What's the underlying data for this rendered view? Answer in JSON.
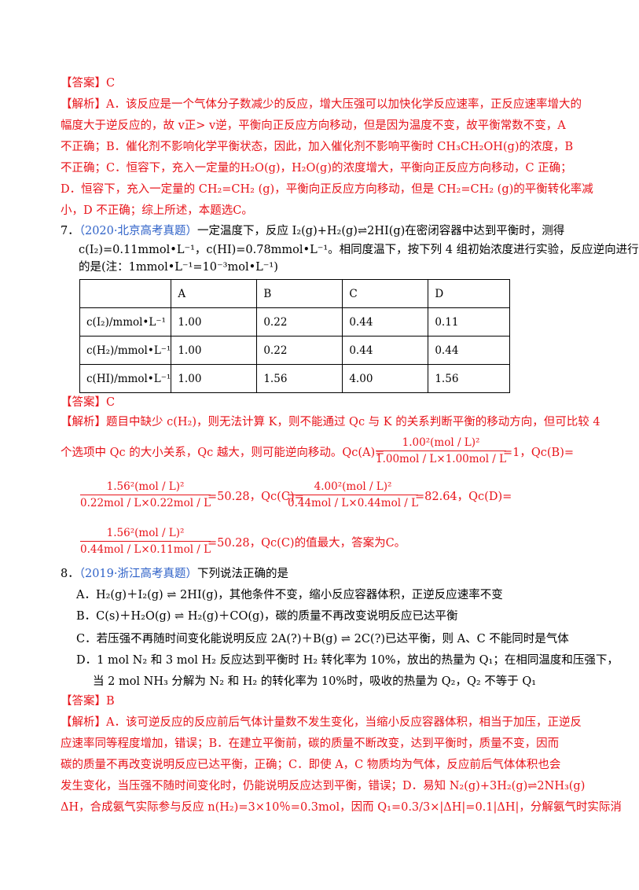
{
  "lines": {
    "a1": "【答案】C",
    "e1_1": "【解析】A．该反应是一个气体分子数减少的反应，增大压强可以加快化学反应速率，正反应速率增大的",
    "e1_2": "幅度大于逆反应的，故 v正> v逆，平衡向正反应方向移动，但是因为温度不变，故平衡常数不变，A",
    "e1_3": "不正确；B．催化剂不影响化学平衡状态，因此，加入催化剂不影响平衡时 CH₃CH₂OH(g)的浓度，B",
    "e1_4": "不正确；C．恒容下，充入一定量的H₂O(g)，H₂O(g)的浓度增大，平衡向正反应方向移动，C 正确；",
    "e1_5": "D．恒容下，充入一定量的 CH₂=CH₂ (g)，平衡向正反应方向移动，但是 CH₂=CH₂ (g)的平衡转化率减",
    "e1_6": "小，D 不正确；综上所述，本题选C。",
    "q7_num": "7．",
    "q7_src": "（2020·北京高考真题）",
    "q7_1": "一定温度下，反应 I₂(g)+H₂(g)⇌2HI(g)在密闭容器中达到平衡时，测得",
    "q7_2": "c(I₂)=0.11mmol•L⁻¹，c(HI)=0.78mmol•L⁻¹。相同度温下，按下列 4 组初始浓度进行实验，反应逆向进行",
    "q7_3": "的是(注：1mmol•L⁻¹=10⁻³mol•L⁻¹)",
    "a2": "【答案】C",
    "e2_1": "【解析】题目中缺少 c(H₂)，则无法计算 K，则不能通过 Qc 与 K 的关系判断平衡的移动方向，但可比较 4",
    "e2_2": "个选项中 Qc 的大小关系，Qc 越大，则可能逆向移动。Qc(A)=",
    "e2_2b": "=1，Qc(B)=",
    "e2_3a": "=50.28，Qc(C)=",
    "e2_3b": "=82.64，Qc(D)=",
    "e2_4": "=50.28，Qc(C)的值最大，答案为C。",
    "q8_num": "8．",
    "q8_src": "（2019·浙江高考真题）",
    "q8_stem": "下列说法正确的是",
    "q8_A": "A．H₂(g)＋I₂(g) ⇌ 2HI(g)，其他条件不变，缩小反应容器体积，正逆反应速率不变",
    "q8_B": "B．C(s)＋H₂O(g) ⇌ H₂(g)＋CO(g)，碳的质量不再改变说明反应已达平衡",
    "q8_C": "C．若压强不再随时间变化能说明反应 2A(?)＋B(g) ⇌ 2C(?)已达平衡，则 A、C 不能同时是气体",
    "q8_D1": "D．1 mol N₂ 和 3 mol H₂ 反应达到平衡时 H₂ 转化率为 10%，放出的热量为 Q₁；在相同温度和压强下，",
    "q8_D2": "当 2 mol NH₃ 分解为 N₂ 和 H₂ 的转化率为 10%时，吸收的热量为 Q₂，Q₂ 不等于 Q₁",
    "a3": "【答案】B",
    "e3_1": "【解析】A．该可逆反应的反应前后气体计量数不发生变化，当缩小反应容器体积，相当于加压，正逆反",
    "e3_2": "应速率同等程度增加，错误；B．在建立平衡前，碳的质量不断改变，达到平衡时，质量不变，因而",
    "e3_3": "碳的质量不再改变说明反应已达平衡，正确；C．即使 A，C 物质均为气体，反应前后气体体积也会",
    "e3_4": "发生变化，当压强不随时间变化时，仍能说明反应达到平衡，错误；D．易知 N₂(g)+3H₂(g)⇌2NH₃(g)",
    "e3_5": "ΔH，合成氨气实际参与反应 n(H₂)=3×10％=0.3mol，因而 Q₁=0.3/3×|ΔH|=0.1|ΔH|，分解氨气时实际消"
  },
  "fractions": {
    "A": {
      "num": "1.00²(mol / L)²",
      "den": "1.00mol / L×1.00mol / L"
    },
    "B": {
      "num": "1.56²(mol / L)²",
      "den": "0.22mol / L×0.22mol / L"
    },
    "C": {
      "num": "4.00²(mol / L)²",
      "den": "0.44mol / L×0.44mol / L"
    },
    "D": {
      "num": "1.56²(mol / L)²",
      "den": "0.44mol / L×0.11mol / L"
    }
  },
  "table": {
    "header": [
      "",
      "A",
      "B",
      "C",
      "D"
    ],
    "rows": [
      [
        "c(I₂)/mmol•L⁻¹",
        "1.00",
        "0.22",
        "0.44",
        "0.11"
      ],
      [
        "c(H₂)/mmol•L⁻¹",
        "1.00",
        "0.22",
        "0.44",
        "0.44"
      ],
      [
        "c(HI)/mmol•L⁻¹",
        "1.00",
        "1.56",
        "4.00",
        "1.56"
      ]
    ]
  }
}
